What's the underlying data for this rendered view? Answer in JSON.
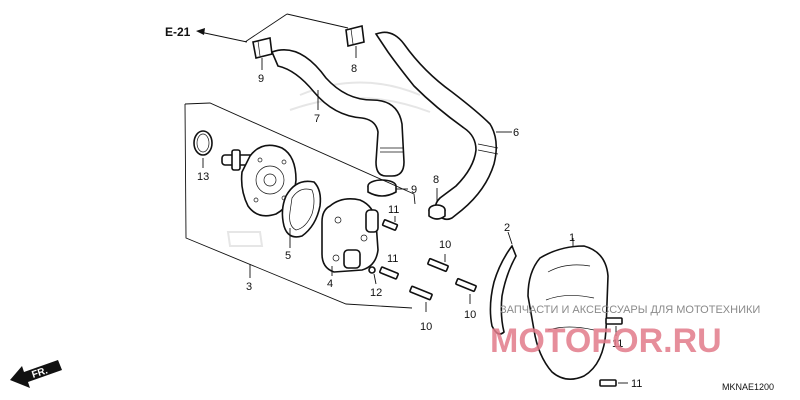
{
  "ref_label": "E-21",
  "diagram_code": "MKNAE1200",
  "direction_label": "FR.",
  "callouts": {
    "c1": "1",
    "c2": "2",
    "c3": "3",
    "c4": "4",
    "c5": "5",
    "c6": "6",
    "c7": "7",
    "c8a": "8",
    "c8b": "8",
    "c9a": "9",
    "c9b": "9",
    "c10a": "10",
    "c10b": "10",
    "c10c": "10",
    "c11a": "11",
    "c11b": "11",
    "c11c": "11",
    "c11d": "11",
    "c12": "12",
    "c13": "13"
  },
  "watermark": {
    "text": "ЗАПЧАСТИ И АКСЕССУАРЫ ДЛЯ МОТОТЕХНИКИ",
    "logo": "MOTOFOR.RU"
  },
  "colors": {
    "ink": "#111111",
    "watermark": "#e27b8a"
  }
}
